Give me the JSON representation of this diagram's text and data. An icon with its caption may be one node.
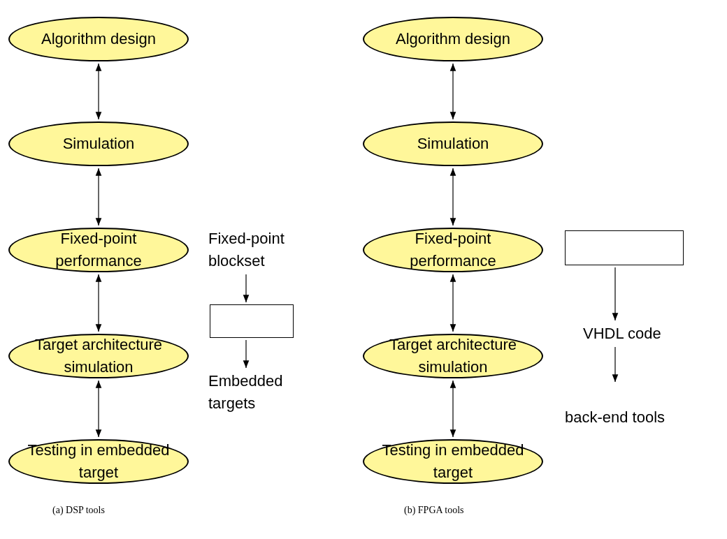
{
  "diagram": {
    "nodes": [
      {
        "text": [
          "Algorithm design"
        ]
      },
      {
        "text": [
          "Simulation"
        ]
      },
      {
        "text": [
          "Fixed-point performance"
        ]
      },
      {
        "text": [
          "Target architecture simulation"
        ]
      },
      {
        "text": [
          "Testing in embedded target"
        ]
      },
      {
        "text": [
          "Fixed-point blockset"
        ]
      },
      {
        "text": [],
        "shape": "box"
      },
      {
        "text": [
          "Embedded targets"
        ]
      },
      {
        "text": [
          "Algorithm design"
        ]
      },
      {
        "text": [
          "Simulation"
        ]
      },
      {
        "text": [
          "Fixed-point performance"
        ]
      },
      {
        "text": [
          "Target architecture simulation"
        ]
      },
      {
        "text": [
          "Testing in embedded target"
        ]
      },
      {
        "text": [],
        "shape": "box"
      },
      {
        "text": [
          "VHDL code"
        ]
      },
      {
        "text": [
          "back-end tools"
        ]
      }
    ],
    "edges": [
      {
        "from": 0,
        "to": 1,
        "arrow": "both"
      },
      {
        "from": 1,
        "to": 2,
        "arrow": "both"
      },
      {
        "from": 2,
        "to": 3,
        "arrow": "both"
      },
      {
        "from": 3,
        "to": 4,
        "arrow": "both"
      },
      {
        "from": 5,
        "to": 6,
        "arrow": "to"
      },
      {
        "from": 6,
        "to": 7,
        "arrow": "to"
      },
      {
        "from": 8,
        "to": 9,
        "arrow": "both"
      },
      {
        "from": 9,
        "to": 10,
        "arrow": "both"
      },
      {
        "from": 10,
        "to": 11,
        "arrow": "both"
      },
      {
        "from": 11,
        "to": 12,
        "arrow": "both"
      },
      {
        "from": 13,
        "to": 14,
        "arrow": "to"
      },
      {
        "from": 14,
        "to": 15,
        "arrow": "to"
      }
    ],
    "labels": [
      "(a) DSP tools",
      "(b) FPGA tools"
    ]
  }
}
